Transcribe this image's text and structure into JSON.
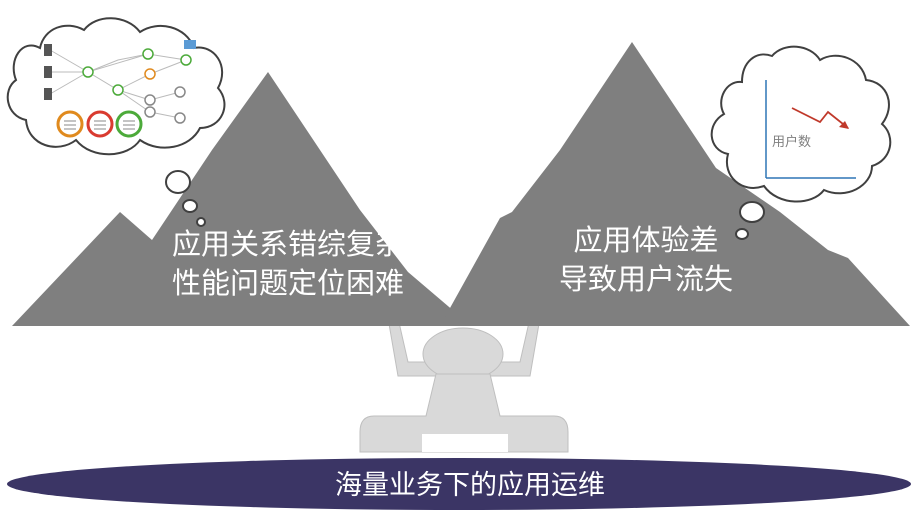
{
  "left_mountain": {
    "line1": "应用关系错综复杂",
    "line2": "性能问题定位困难"
  },
  "right_mountain": {
    "line1": "应用体验差",
    "line2": "导致用户流失"
  },
  "right_bubble_chart": {
    "label": "用户数"
  },
  "base": {
    "label": "海量业务下的应用运维"
  },
  "colors": {
    "mountain": "#7f7f7f",
    "figure": "#d9d9d9",
    "figure_stroke": "#bfbfbf",
    "base_ellipse": "#3b3565",
    "trend_arrow": "#c0392b",
    "chart_axis": "#2e75b6",
    "ring_orange": "#e08a1e",
    "ring_red": "#d93b30",
    "ring_green": "#4caa3a"
  }
}
